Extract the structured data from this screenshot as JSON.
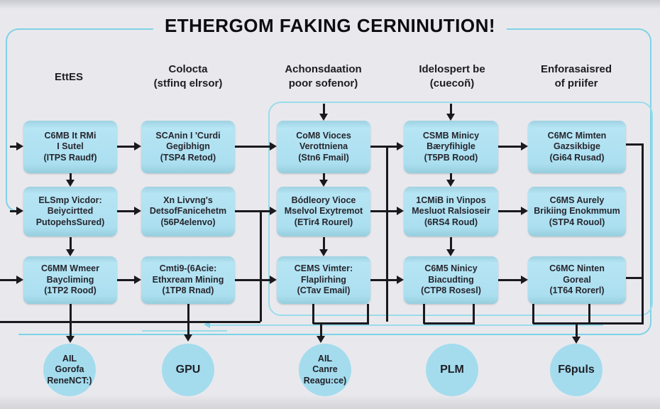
{
  "title": "ETHERGOM FAKING CERNINUTION!",
  "columns": [
    {
      "line1": "EttES",
      "line2": ""
    },
    {
      "line1": "Colocta",
      "line2": "(stfinq elrsor)"
    },
    {
      "line1": "Achonsdaation",
      "line2": "poor sofenor)"
    },
    {
      "line1": "Idelospert be",
      "line2": "(cuecoñ)"
    },
    {
      "line1": "Enforasaisred",
      "line2": "of priifer"
    }
  ],
  "grid": {
    "r1c1": {
      "l1": "C6MB It RMi",
      "l2": "I Sutel",
      "l3": "(ITPS Raudf)"
    },
    "r1c2": {
      "l1": "SCAnin I 'Curdi",
      "l2": "Gegibhign",
      "l3": "(TSP4 Retod)"
    },
    "r1c3": {
      "l1": "CoM8 Vioces",
      "l2": "Verottniena",
      "l3": "(Stn6 Fmail)"
    },
    "r1c4": {
      "l1": "CSMB Minicy",
      "l2": "Bæryfihigle",
      "l3": "(T5PB Rood)"
    },
    "r1c5": {
      "l1": "C6MC Mimten",
      "l2": "Gazsikbige",
      "l3": "(Gi64 Rusad)"
    },
    "r2c1": {
      "l1": "ELSmp Vicdor:",
      "l2": "Beiycirtted",
      "l3": "PutopehsSured)"
    },
    "r2c2": {
      "l1": "Xn Livvng's",
      "l2": "DetsofFanicehetm",
      "l3": "(56P4elenvo)"
    },
    "r2c3": {
      "l1": "Bódleory Vioce",
      "l2": "Mselvol Exytremot",
      "l3": "(ETir4 Rourel)"
    },
    "r2c4": {
      "l1": "1CMiB in Vinpos",
      "l2": "Mesluot Ralsioseir",
      "l3": "(6RS4 Roud)"
    },
    "r2c5": {
      "l1": "C6MS Aurely",
      "l2": "Brikiing Enokmmum",
      "l3": "(STP4 Rouol)"
    },
    "r3c1": {
      "l1": "C6MM Wmeer",
      "l2": "Baycliming",
      "l3": "(1TP2 Rood)"
    },
    "r3c2": {
      "l1": "Cmti9-(6Acie:",
      "l2": "Ethxream Mining",
      "l3": "(1TP8 Rnad)"
    },
    "r3c3": {
      "l1": "CEMS Vimter:",
      "l2": "Flaplirhing",
      "l3": "(CTav Email)"
    },
    "r3c4": {
      "l1": "C6M5 Ninicy",
      "l2": "Biacudting",
      "l3": "(CTP8 Rosesl)"
    },
    "r3c5": {
      "l1": "C6MC Ninten",
      "l2": "Goreal",
      "l3": "(1T64 Rorerl)"
    }
  },
  "circles": [
    {
      "l1": "AIL",
      "l2": "Gorofa",
      "l3": "ReneNCT:)"
    },
    {
      "l1": "",
      "l2": "GPU",
      "l3": ""
    },
    {
      "l1": "AIL",
      "l2": "Canre",
      "l3": "Reagu:ce)"
    },
    {
      "l1": "",
      "l2": "PLM",
      "l3": ""
    },
    {
      "l1": "",
      "l2": "F6puls",
      "l3": ""
    }
  ],
  "colors": {
    "accent_cyan": "#7fd2e6",
    "box_fill": "#abdff0",
    "circle_fill": "#a4dcee",
    "background": "#e9e9ed",
    "line_black": "#1a1a1e"
  }
}
